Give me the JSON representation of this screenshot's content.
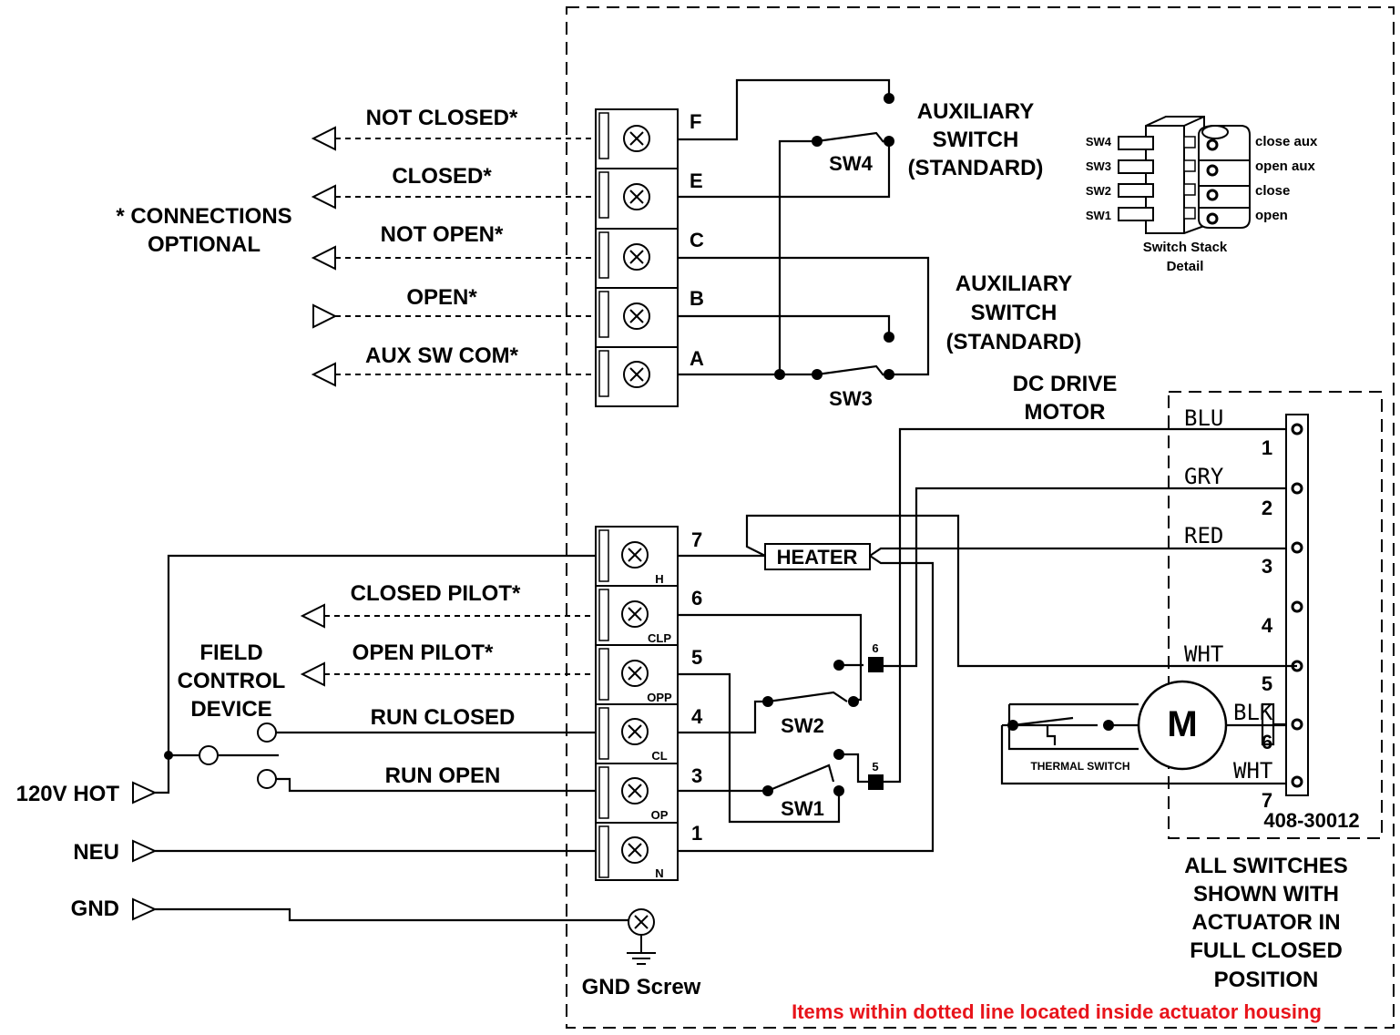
{
  "terminal_strip_top": {
    "terminals": [
      "F",
      "E",
      "C",
      "B",
      "A"
    ],
    "signals": [
      "NOT CLOSED*",
      "CLOSED*",
      "NOT OPEN*",
      "OPEN*",
      "AUX SW COM*"
    ]
  },
  "optional_note": [
    "* CONNECTIONS",
    "OPTIONAL"
  ],
  "aux_switch_upper": {
    "switch": "SW4",
    "label": [
      "AUXILIARY",
      "SWITCH",
      "(STANDARD)"
    ]
  },
  "aux_switch_lower": {
    "switch": "SW3",
    "label": [
      "AUXILIARY",
      "SWITCH",
      "(STANDARD)"
    ]
  },
  "switch_stack": {
    "switches": [
      "SW4",
      "SW3",
      "SW2",
      "SW1"
    ],
    "functions": [
      "close aux",
      "open aux",
      "close",
      "open"
    ],
    "caption": [
      "Switch Stack",
      "Detail"
    ]
  },
  "motor_label": [
    "DC DRIVE",
    "MOTOR"
  ],
  "wire_colors": [
    "BLU",
    "GRY",
    "RED",
    "WHT",
    "BLK",
    "WHT"
  ],
  "motor_terminals": [
    "1",
    "2",
    "3",
    "4",
    "5",
    "6",
    "7"
  ],
  "motor_part_number": "408-30012",
  "motor_symbol": "M",
  "thermal_switch": "THERMAL SWITCH",
  "heater": "HEATER",
  "terminal_strip_bottom": {
    "numbers": [
      "7",
      "6",
      "5",
      "4",
      "3",
      "1"
    ],
    "subs": [
      "H",
      "CLP",
      "OPP",
      "CL",
      "OP",
      "N"
    ]
  },
  "inner_switches": {
    "sw2": "SW2",
    "sw1": "SW1",
    "junction_6": "6",
    "junction_5": "5"
  },
  "field_signals": [
    "CLOSED PILOT*",
    "OPEN PILOT*",
    "RUN CLOSED",
    "RUN OPEN"
  ],
  "field_device": [
    "FIELD",
    "CONTROL",
    "DEVICE"
  ],
  "power_inputs": [
    "120V HOT",
    "NEU",
    "GND"
  ],
  "gnd_screw": "GND Screw",
  "switches_note": [
    "ALL SWITCHES",
    "SHOWN WITH",
    "ACTUATOR IN",
    "FULL CLOSED",
    "POSITION"
  ],
  "housing_note": "Items within dotted line located inside actuator housing",
  "colors": {
    "note": "#e8141b",
    "lines": "#000000"
  }
}
